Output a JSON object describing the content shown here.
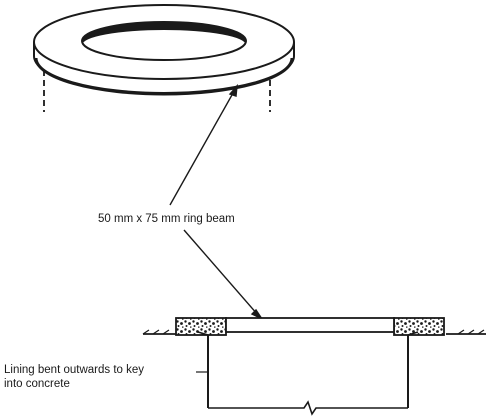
{
  "labels": {
    "ring_beam": "50 mm x 75 mm ring beam",
    "lining_line1": "Lining bent outwards to key",
    "lining_line2": "into concrete"
  },
  "colors": {
    "ink": "#1a1a1a",
    "paper": "#ffffff"
  }
}
